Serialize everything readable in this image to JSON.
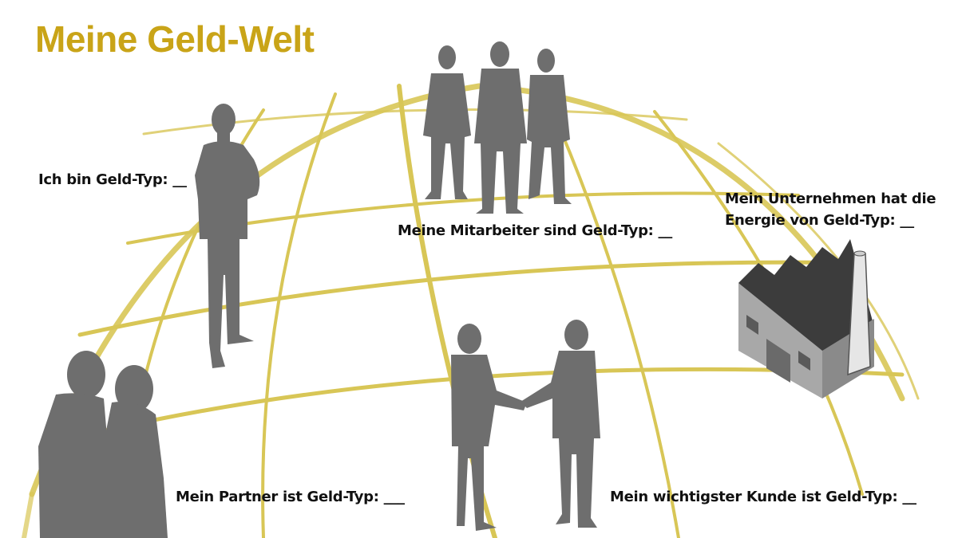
{
  "title": "Meine Geld-Welt",
  "labels": {
    "self": "Ich bin Geld-Typ: __",
    "employees": "Meine Mitarbeiter sind Geld-Typ: __",
    "company_line1": "Mein Unternehmen hat die",
    "company_line2": "Energie von Geld-Typ: __",
    "partner": "Mein Partner ist Geld-Typ: ___",
    "customer": "Mein wichtigster Kunde ist Geld-Typ: __"
  },
  "colors": {
    "title": "#C9A418",
    "globe_lines": "#D8C656",
    "silhouette": "#6e6e6e"
  },
  "icons": [
    "globe-grid",
    "businessman-silhouette",
    "employee-group-silhouette",
    "factory-icon",
    "couple-silhouette",
    "handshake-silhouette"
  ]
}
